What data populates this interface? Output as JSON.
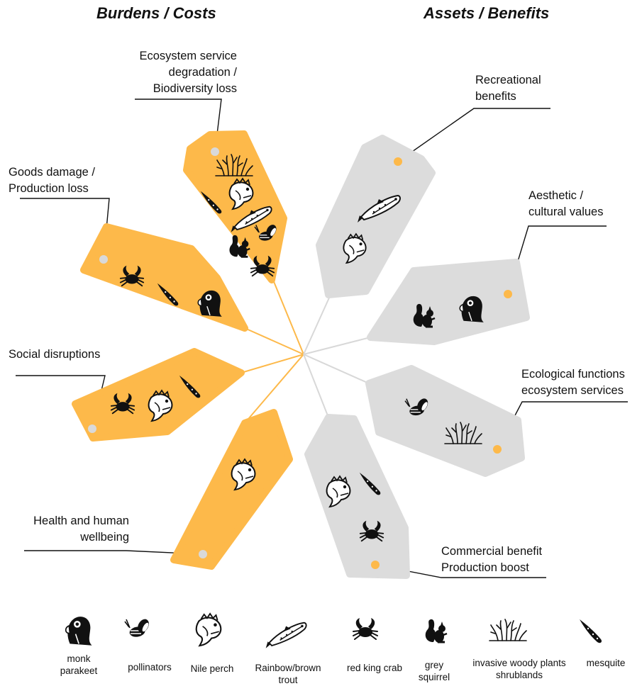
{
  "headers": {
    "left": "Burdens / Costs",
    "right": "Assets / Benefits"
  },
  "colors": {
    "burden": "#FDB94A",
    "benefit": "#DCDCDC",
    "burden_line": "#FDB94A",
    "benefit_line": "#D8D8D8",
    "dot_on_burden": "#D9D9D9",
    "dot_on_benefit": "#FDB94A",
    "icon": "#111111"
  },
  "labels": {
    "ecosystem": [
      "Ecosystem service",
      "degradation /",
      "Biodiversity loss"
    ],
    "goods": [
      "Goods damage /",
      "Production loss"
    ],
    "social": [
      "Social disruptions"
    ],
    "health": [
      "Health and human",
      "wellbeing"
    ],
    "recreational": [
      "Recreational",
      "benefits"
    ],
    "aesthetic": [
      "Aesthetic /",
      "cultural values"
    ],
    "ecological": [
      "Ecological functions",
      "ecosystem services"
    ],
    "commercial": [
      "Commercial benefit",
      "Production boost"
    ]
  },
  "tags": {
    "ecosystem": [
      "invasive-woody-plants-icon",
      "mesquite-icon",
      "nile-perch-icon",
      "rainbow-trout-icon",
      "pollinators-icon",
      "grey-squirrel-icon",
      "red-king-crab-icon"
    ],
    "goods": [
      "red-king-crab-icon",
      "mesquite-icon",
      "monk-parakeet-icon"
    ],
    "social": [
      "red-king-crab-icon",
      "nile-perch-icon",
      "mesquite-icon"
    ],
    "health": [
      "nile-perch-icon"
    ],
    "recreational": [
      "rainbow-trout-icon",
      "nile-perch-icon"
    ],
    "aesthetic": [
      "grey-squirrel-icon",
      "monk-parakeet-icon"
    ],
    "ecological": [
      "pollinators-icon",
      "invasive-woody-plants-icon"
    ],
    "commercial": [
      "nile-perch-icon",
      "mesquite-icon",
      "red-king-crab-icon"
    ]
  },
  "legend": [
    {
      "icon": "monk-parakeet-icon",
      "label": [
        "monk",
        "parakeet"
      ]
    },
    {
      "icon": "pollinators-icon",
      "label": [
        "pollinators"
      ]
    },
    {
      "icon": "nile-perch-icon",
      "label": [
        "Nile perch"
      ]
    },
    {
      "icon": "rainbow-trout-icon",
      "label": [
        "Rainbow/brown",
        "trout"
      ]
    },
    {
      "icon": "red-king-crab-icon",
      "label": [
        "red king crab"
      ]
    },
    {
      "icon": "grey-squirrel-icon",
      "label": [
        "grey",
        "squirrel"
      ]
    },
    {
      "icon": "invasive-woody-plants-icon",
      "label": [
        "invasive woody plants",
        "shrublands"
      ]
    },
    {
      "icon": "mesquite-icon",
      "label": [
        "mesquite"
      ]
    }
  ]
}
